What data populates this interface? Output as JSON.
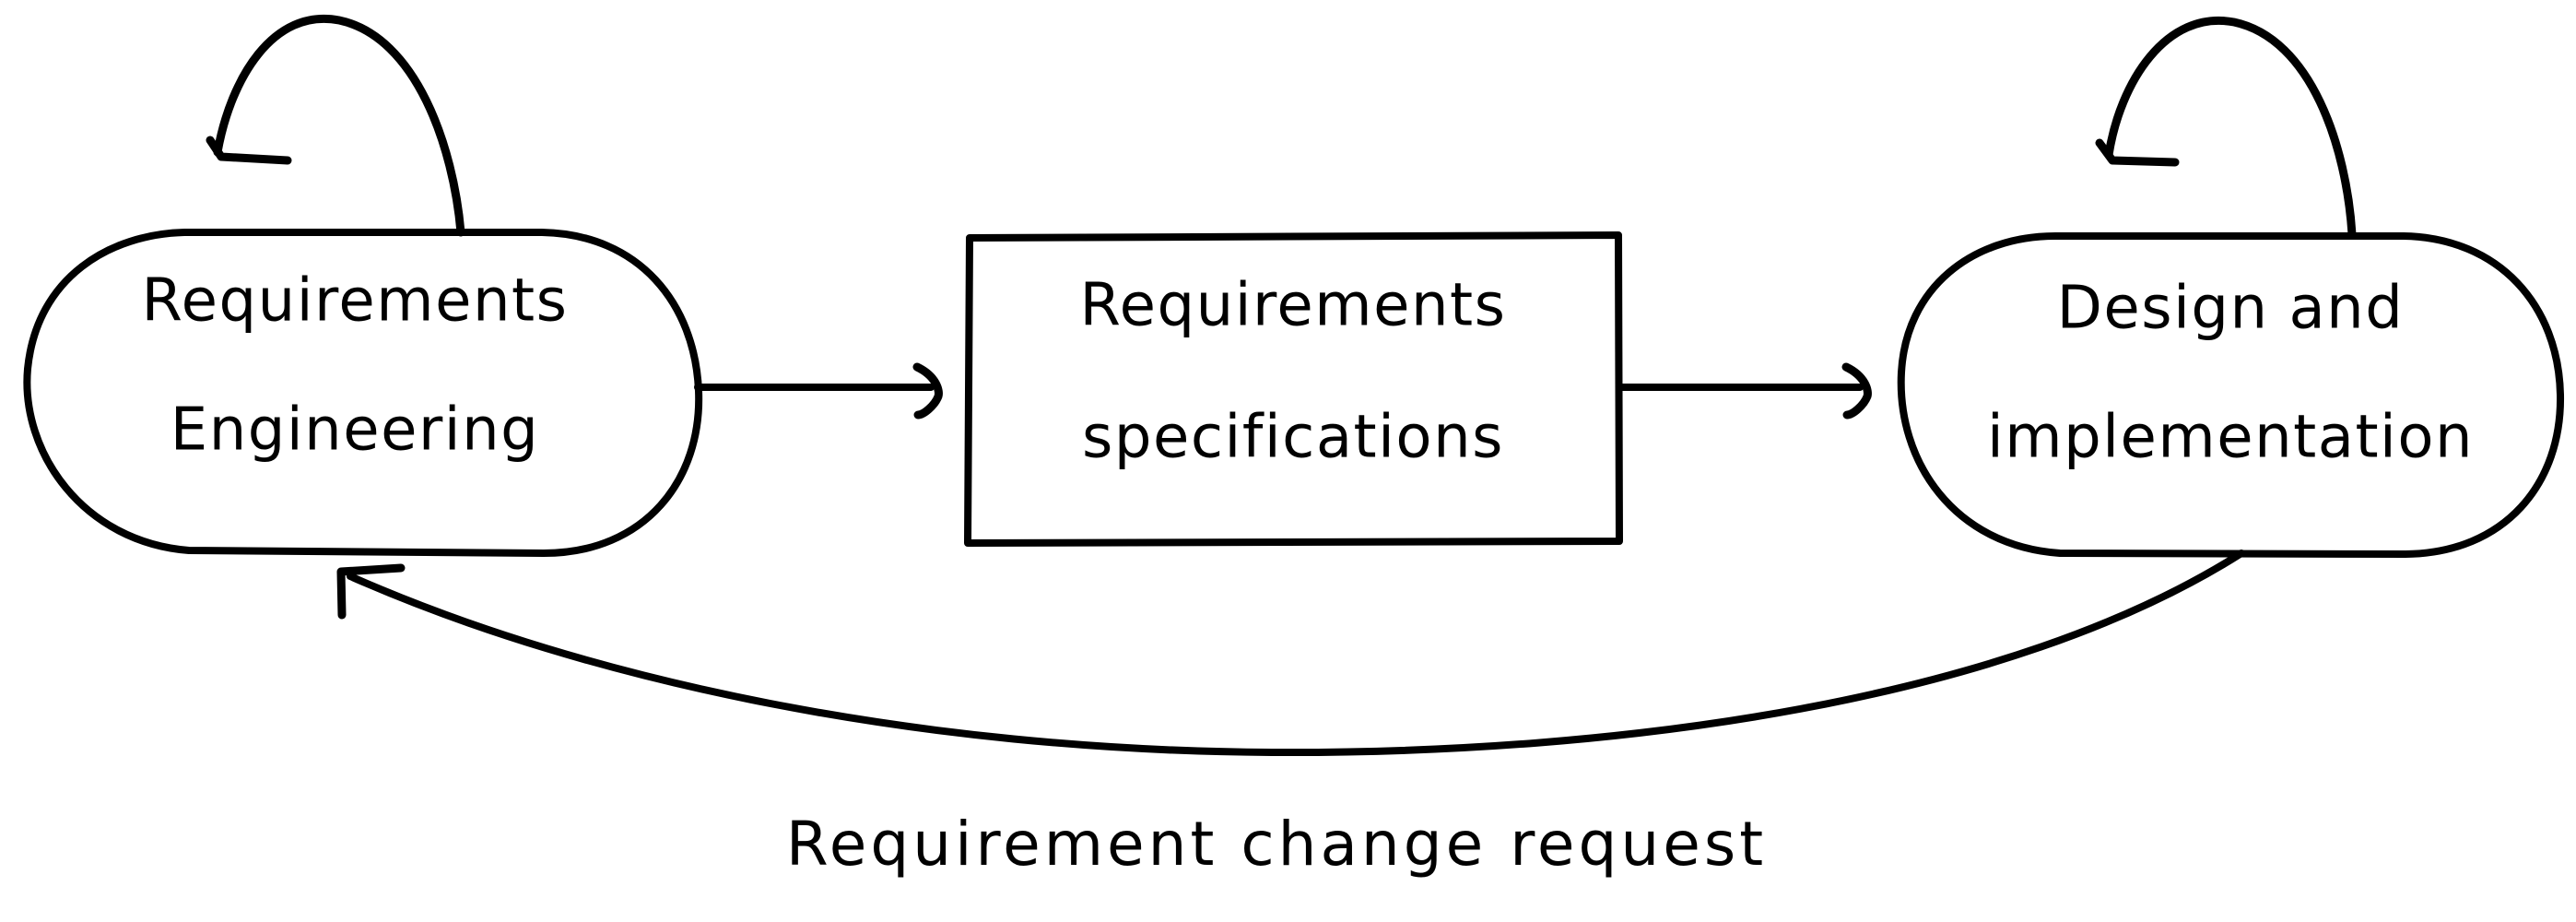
{
  "diagram": {
    "type": "flow-diagram",
    "style": "hand-drawn sketch, black ink on white",
    "background_color": "#ffffff",
    "stroke_color": "#000000",
    "nodes": [
      {
        "id": "requirements-engineering",
        "shape": "stadium",
        "line1": "Requirements",
        "line2": "Engineering"
      },
      {
        "id": "requirements-specifications",
        "shape": "rectangle",
        "line1": "Requirements",
        "line2": "specifications"
      },
      {
        "id": "design-and-implementation",
        "shape": "stadium",
        "line1": "Design and",
        "line2": "implementation"
      }
    ],
    "edges": [
      {
        "id": "re-to-spec",
        "from": "requirements-engineering",
        "to": "requirements-specifications",
        "label": "",
        "kind": "straight-arrow"
      },
      {
        "id": "spec-to-design",
        "from": "requirements-specifications",
        "to": "design-and-implementation",
        "label": "",
        "kind": "straight-arrow"
      },
      {
        "id": "re-self-loop",
        "from": "requirements-engineering",
        "to": "requirements-engineering",
        "label": "",
        "kind": "self-loop"
      },
      {
        "id": "design-self-loop",
        "from": "design-and-implementation",
        "to": "design-and-implementation",
        "label": "",
        "kind": "self-loop"
      },
      {
        "id": "feedback",
        "from": "design-and-implementation",
        "to": "requirements-engineering",
        "label": "Requirement change request",
        "kind": "curved-arrow"
      }
    ]
  }
}
